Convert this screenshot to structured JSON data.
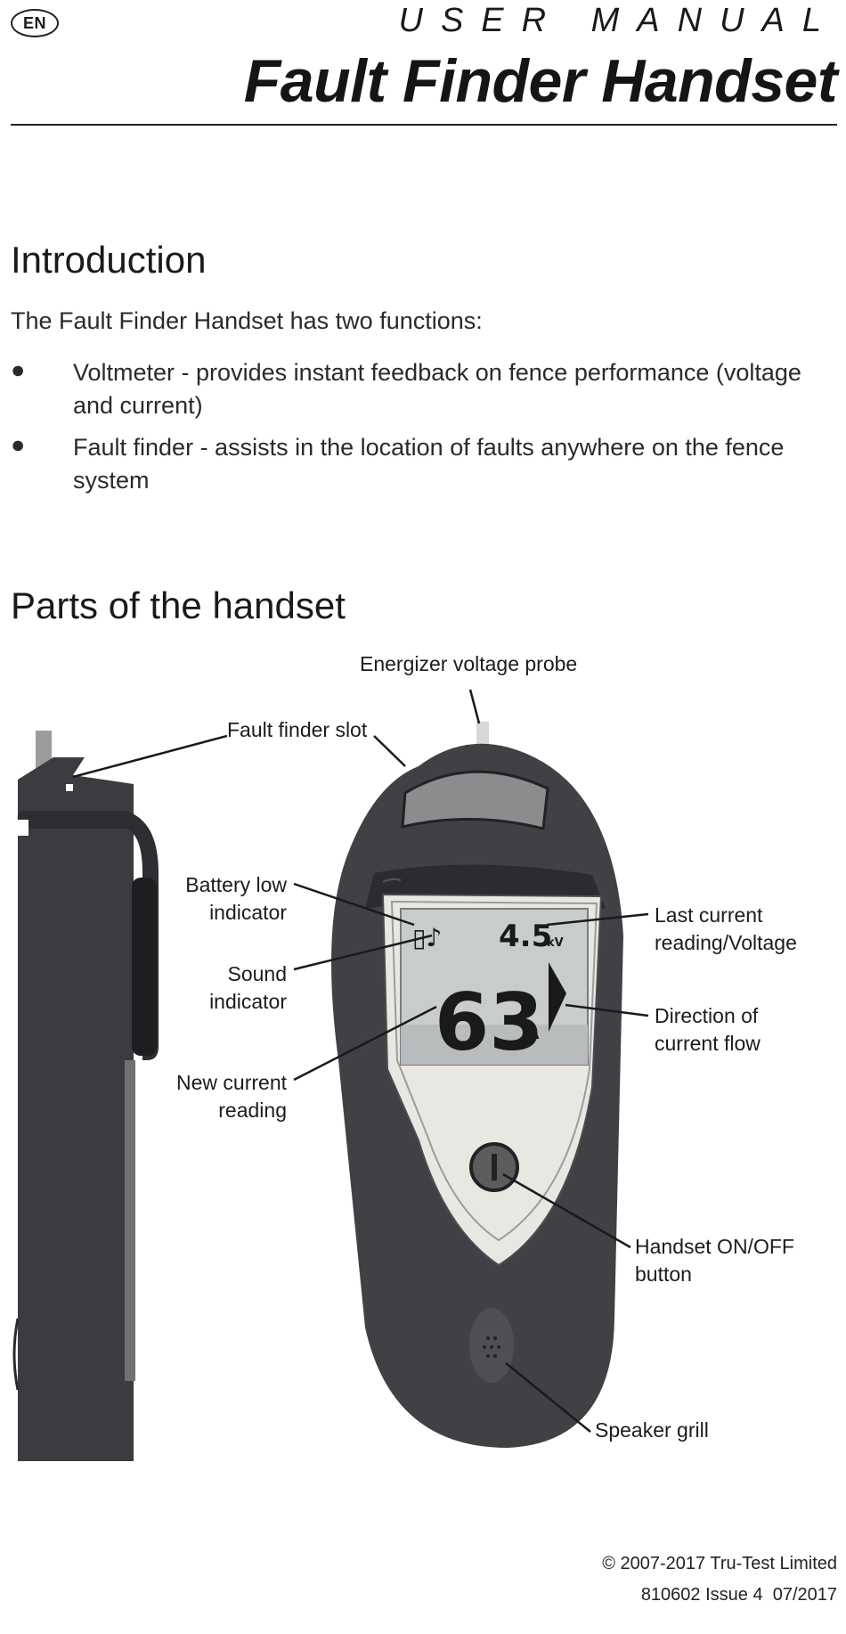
{
  "header": {
    "lang_badge": "EN",
    "manual_label": "USER MANUAL",
    "title": "Fault Finder Handset"
  },
  "introduction": {
    "heading": "Introduction",
    "lead": "The Fault Finder Handset has two functions:",
    "bullets": [
      "Voltmeter - provides instant feedback on fence performance (voltage and current)",
      "Fault finder - assists in the location of faults anywhere on the fence system"
    ]
  },
  "parts": {
    "heading": "Parts of the handset",
    "labels": {
      "probe": "Energizer voltage probe",
      "slot": "Fault finder slot",
      "battery_1": "Battery low",
      "battery_2": "indicator",
      "sound_1": "Sound",
      "sound_2": "indicator",
      "new_current_1": "New current",
      "new_current_2": "reading",
      "last_current_1": "Last current",
      "last_current_2": "reading/Voltage",
      "direction_1": "Direction of",
      "direction_2": "current flow",
      "onoff_1": "Handset ON/OFF",
      "onoff_2": "button",
      "speaker": "Speaker grill"
    },
    "display": {
      "voltage_value": "4.5",
      "voltage_unit": "kV",
      "current_value": "63",
      "current_unit": "A"
    }
  },
  "footer": {
    "copyright": "© 2007-2017 Tru-Test Limited",
    "issue": "810602 Issue 4  07/2017"
  },
  "colors": {
    "device_body": "#3f4144",
    "device_dark": "#2a2c2f",
    "screen_bg": "#c9cccc",
    "panel_light": "#e9e7e2"
  }
}
